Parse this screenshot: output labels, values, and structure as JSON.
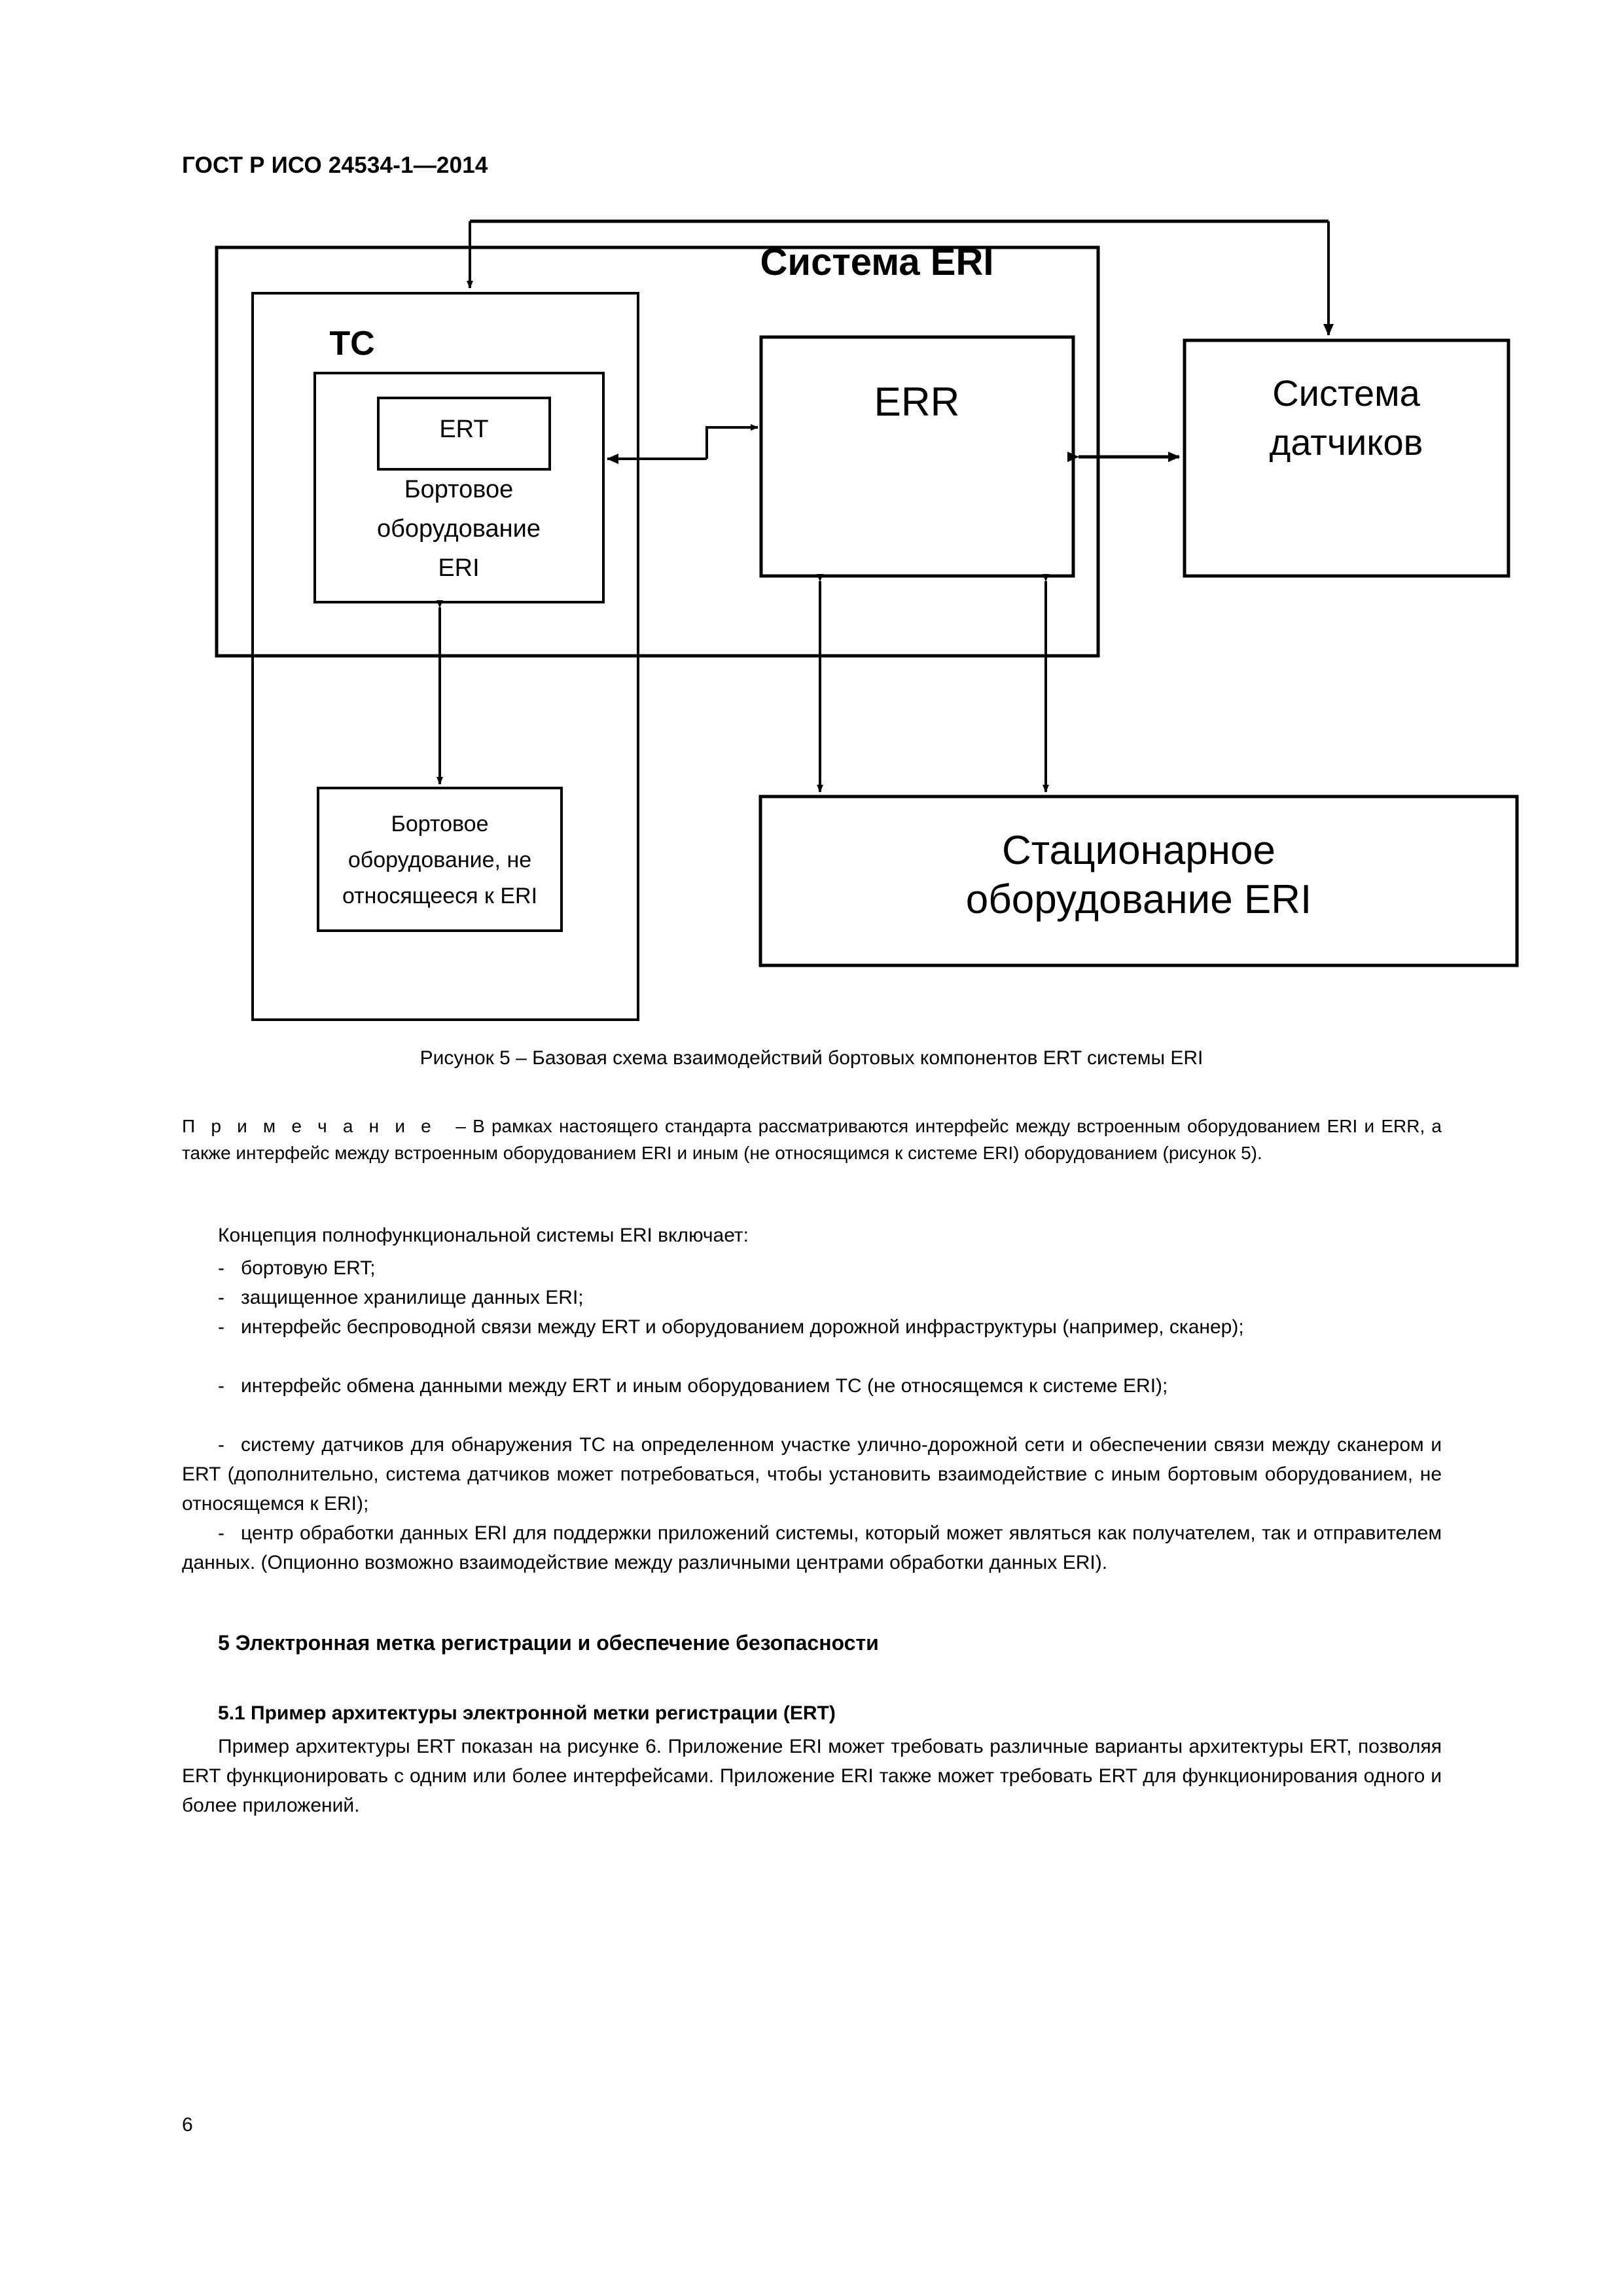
{
  "header": {
    "standard_id": "ГОСТ Р ИСО 24534-1—2014"
  },
  "figure": {
    "caption": "Рисунок 5 – Базовая схема взаимодействий бортовых компонентов ERT системы ERI",
    "boxes": {
      "eri_system": "Система ERI",
      "vehicle": "ТС",
      "ert": "ERT",
      "onboard_eri": "Бортовое\nоборудование\nERI",
      "onboard_eri_line1": "Бортовое",
      "onboard_eri_line2": "оборудование",
      "onboard_eri_line3": "ERI",
      "err": "ERR",
      "sensor_system_line1": "Система",
      "sensor_system_line2": "датчиков",
      "non_eri_onboard_line1": "Бортовое",
      "non_eri_onboard_line2": "оборудование, не",
      "non_eri_onboard_line3": "относящееся к ERI",
      "roadside_eri_line1": "Стационарное",
      "roadside_eri_line2": "оборудование ERI"
    }
  },
  "note": {
    "label": "П р и м е ч а н и е",
    "dash": "–",
    "text": "В рамках настоящего стандарта рассматриваются интерфейс между встроенным оборудованием ERI и ERR, а также интерфейс между встроенным оборудованием ERI и иным (не относящимся к системе ERI) оборудованием (рисунок 5)."
  },
  "body": {
    "lead_in": "Концепция полнофункциональной системы ERI включает:",
    "bullet_marker": "-",
    "bullets": [
      "бортовую ERT;",
      "защищенное хранилище данных ERI;",
      "интерфейс беспроводной связи между ERT и оборудованием дорожной инфраструктуры (например, сканер);",
      "интерфейс обмена данными между ERT и иным оборудованием ТС (не относящемся к системе ERI);",
      "систему датчиков для обнаружения ТС на определенном участке улично-дорожной сети и обеспечении связи между сканером и ERT (дополнительно, система датчиков может потребоваться, чтобы установить взаимодействие с иным бортовым оборудованием, не относящемся к ERI);",
      "центр обработки данных ERI для поддержки приложений системы, который может являться как получателем, так и отправителем данных. (Опционно возможно взаимодействие между различными центрами обработки данных ERI)."
    ]
  },
  "section5": {
    "heading": "5 Электронная метка регистрации и обеспечение безопасности",
    "subheading": "5.1 Пример архитектуры электронной метки регистрации (ERT)",
    "paragraph": "Пример архитектуры ERT показан на рисунке 6. Приложение ERI может требовать различные варианты архитектуры ERT, позволяя ERT функционировать с одним или более интерфейсами. Приложение ERI также может требовать ERT для функционирования одного и более приложений."
  },
  "footer": {
    "page_number": "6"
  }
}
